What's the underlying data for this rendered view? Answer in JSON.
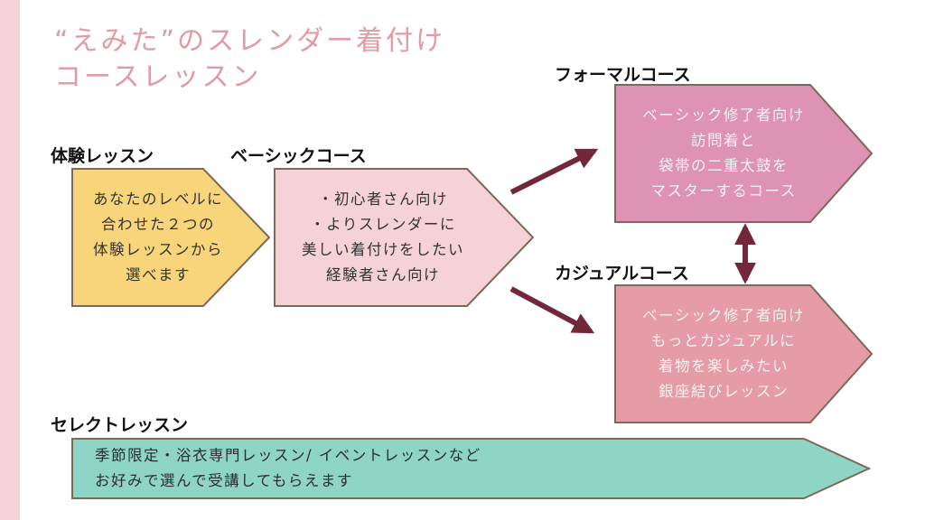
{
  "title": {
    "line1": "“えみた”のスレンダー着付け",
    "line2": "コースレッスン"
  },
  "trial": {
    "heading": "体験レッスン",
    "lines": [
      "あなたのレベルに",
      "合わせた２つの",
      "体験レッスンから",
      "選べます"
    ]
  },
  "basic": {
    "heading": "ベーシックコース",
    "lines": [
      "・初心者さん向け",
      "・よりスレンダーに",
      "美しい着付けをしたい",
      "経験者さん向け"
    ]
  },
  "formal": {
    "heading": "フォーマルコース",
    "lines": [
      "ベーシック修了者向け",
      "訪問着と",
      "袋帯の二重太鼓を",
      "マスターするコース"
    ]
  },
  "casual": {
    "heading": "カジュアルコース",
    "lines": [
      "ベーシック修了者向け",
      "もっとカジュアルに",
      "着物を楽しみたい",
      "銀座結びレッスン"
    ]
  },
  "select": {
    "heading": "セレクトレッスン",
    "lines": [
      "季節限定・浴衣専門レッスン/ イベントレッスンなど",
      "お好みで選んで受講してもらえます"
    ]
  },
  "colors": {
    "title": "#e29aa4",
    "trial_fill": "#f8d47b",
    "basic_fill": "#f5d1d8",
    "formal_fill": "#de92b4",
    "casual_fill": "#e69ca6",
    "select_fill": "#8ed5c6",
    "arrow": "#722838",
    "outline": "#7a6a5a"
  }
}
